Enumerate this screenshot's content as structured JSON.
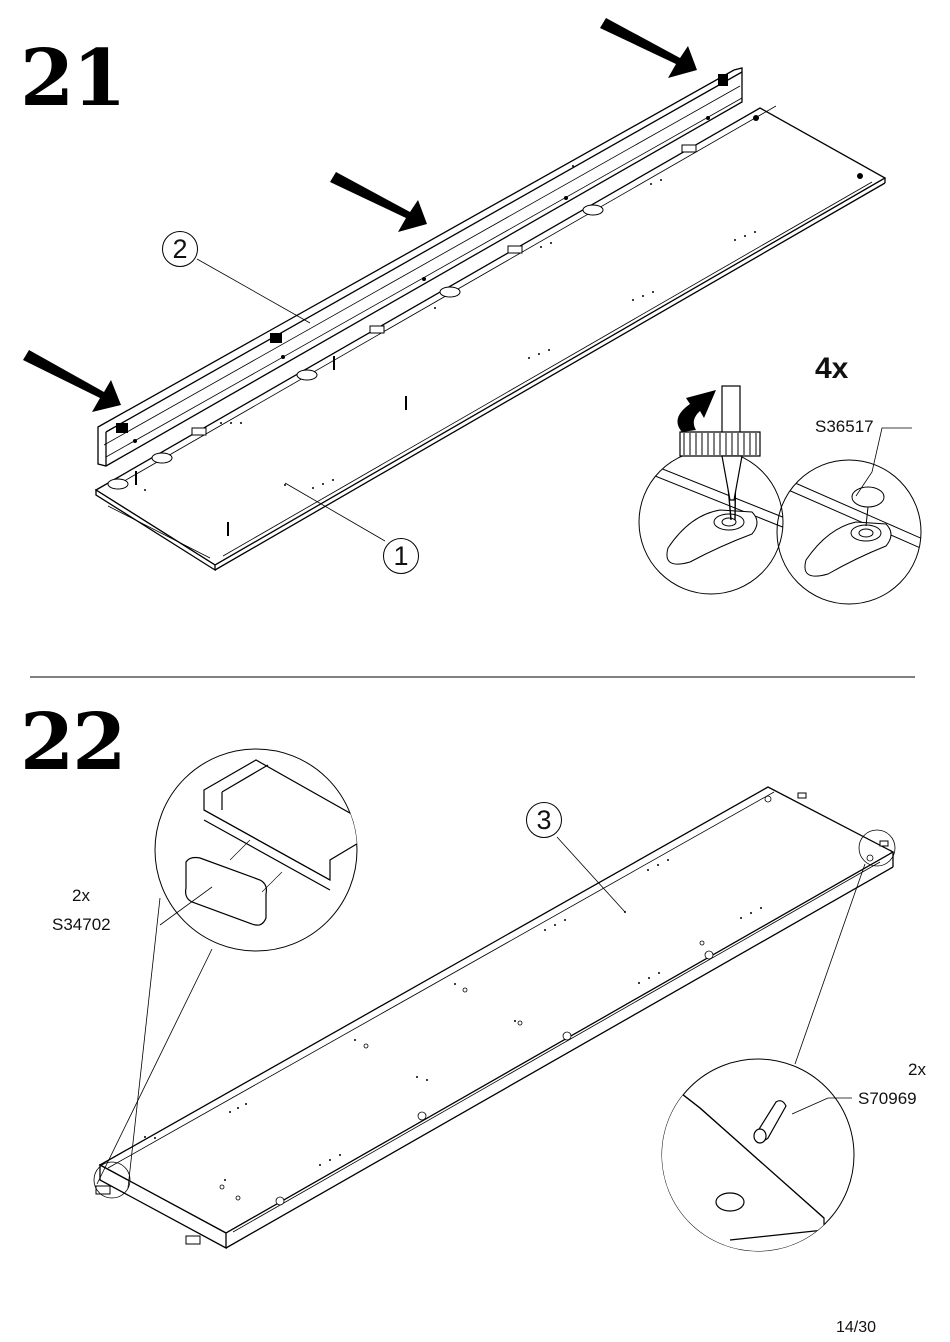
{
  "step21": {
    "number": "21",
    "quantity": "4x",
    "part_code": "S36517",
    "callouts": [
      "1",
      "2"
    ]
  },
  "step22": {
    "number": "22",
    "callout": "3",
    "left_detail": {
      "qty": "2x",
      "code": "S34702"
    },
    "right_detail": {
      "qty": "2x",
      "code": "S70969"
    }
  },
  "page": "14/30"
}
